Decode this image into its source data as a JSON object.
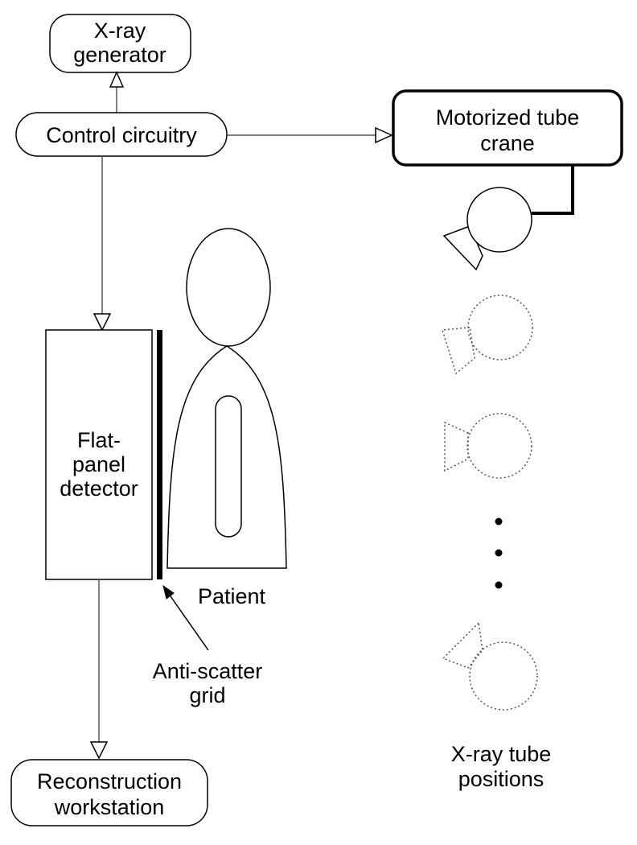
{
  "nodes": {
    "xray_generator": [
      "X-ray",
      "generator"
    ],
    "control_circuitry": "Control circuitry",
    "motorized_crane": [
      "Motorized tube",
      "crane"
    ],
    "flat_panel": [
      "Flat-",
      "panel",
      "detector"
    ],
    "reconstruction": [
      "Reconstruction",
      "workstation"
    ]
  },
  "labels": {
    "patient": "Patient",
    "grid": [
      "Anti-scatter",
      "grid"
    ],
    "tube_positions": [
      "X-ray tube",
      "positions"
    ]
  }
}
